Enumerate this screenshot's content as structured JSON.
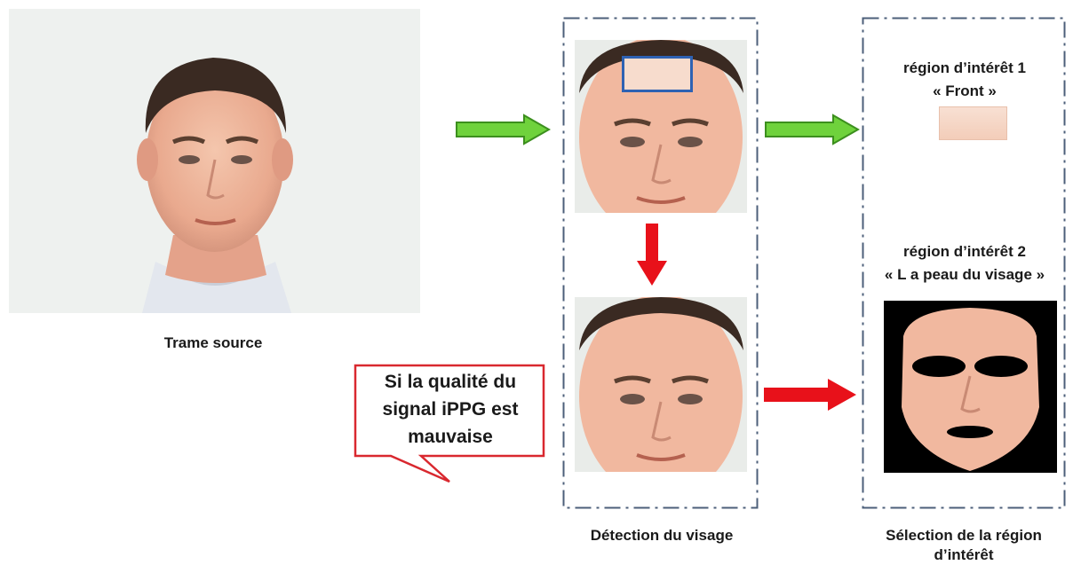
{
  "source": {
    "caption": "Trame source"
  },
  "detection": {
    "caption": "Détection du visage"
  },
  "selection": {
    "caption_line1": "Sélection de la région",
    "caption_line2": "d’intérêt"
  },
  "roi1": {
    "title": "région d’intérêt 1",
    "subtitle": "« Front »"
  },
  "roi2": {
    "title": "région d’intérêt 2",
    "subtitle": "« L a peau du visage »"
  },
  "callout": {
    "line1": "Si la qualité du",
    "line2": "signal iPPG est",
    "line3": "mauvaise"
  },
  "colors": {
    "green_arrow": "#6fd23c",
    "green_arrow_border": "#3c8f1e",
    "red_arrow": "#e8111a",
    "callout_border": "#d9282f",
    "forehead_box": "#2e62b3",
    "dash_box": "#4c5f7a"
  }
}
